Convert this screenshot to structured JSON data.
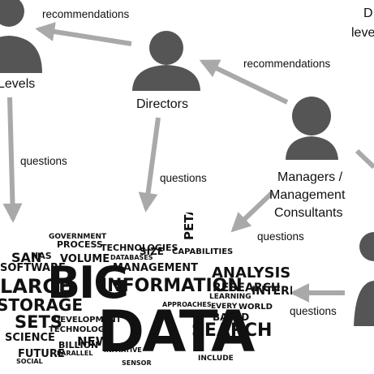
{
  "roles": {
    "left_top": "Levels",
    "directors": "Directors",
    "managers": [
      "Managers /",
      "Management",
      "Consultants"
    ],
    "right_cut": [
      "D",
      "leve"
    ]
  },
  "edges": {
    "rec_top": "recommendations",
    "rec_mid": "recommendations",
    "q_left": "questions",
    "q_dir": "questions",
    "q_mgr": "questions",
    "q_right": "questions"
  },
  "word_cloud": {
    "words": [
      "BIG",
      "DATA",
      "INFORMATION",
      "LARGE",
      "STORAGE",
      "SOFTWARE",
      "SETS",
      "VOLUME",
      "ANALYSIS",
      "SEARCH",
      "PETABYTES",
      "MANAGEMENT",
      "RESEARCH",
      "TECHNOLOGY",
      "DEVELOPMENT",
      "PROCESS",
      "GOVERNMENT",
      "SCIENCE",
      "FUTURE",
      "BASED",
      "BILLION",
      "NEW",
      "SAN",
      "NAS",
      "INTERNET",
      "TECHNOLOGIES",
      "SIZE",
      "CAPABILITIES",
      "LEARNING",
      "EVERY",
      "WORLD",
      "INITIATIVE",
      "INCLUDE",
      "APPROACHES",
      "PARALLEL",
      "SENSOR",
      "SOCIAL",
      "DATABASES"
    ]
  },
  "colors": {
    "figure": "#555555",
    "arrow": "#a9a9a9",
    "text": "#111111"
  }
}
